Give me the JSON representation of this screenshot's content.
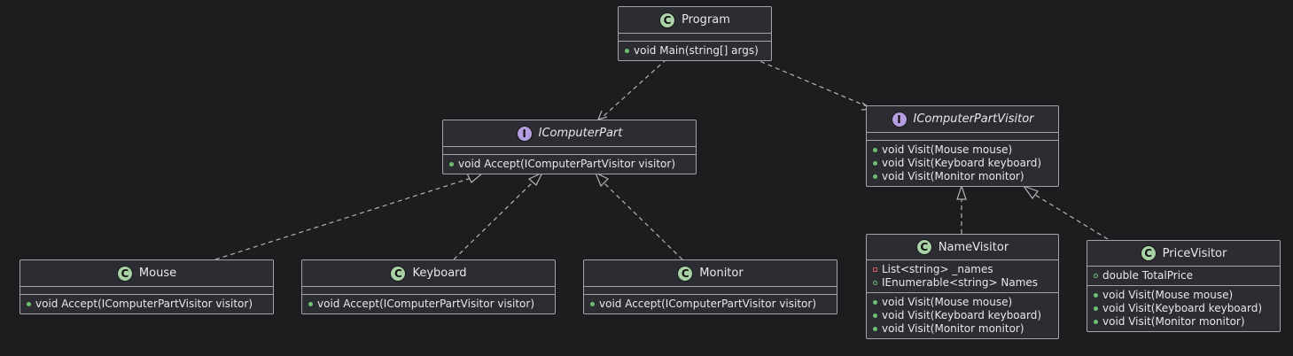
{
  "diagram": {
    "classes": {
      "program": {
        "kind": "class",
        "badge": "C",
        "name": "Program",
        "fields": [],
        "methods": [
          {
            "visibility": "public",
            "text": "void Main(string[] args)"
          }
        ]
      },
      "icomputerpart": {
        "kind": "interface",
        "badge": "I",
        "name": "IComputerPart",
        "fields": [],
        "methods": [
          {
            "visibility": "public",
            "text": "void Accept(IComputerPartVisitor visitor)"
          }
        ]
      },
      "icomputerpartvisitor": {
        "kind": "interface",
        "badge": "I",
        "name": "IComputerPartVisitor",
        "fields": [],
        "methods": [
          {
            "visibility": "public",
            "text": "void Visit(Mouse mouse)"
          },
          {
            "visibility": "public",
            "text": "void Visit(Keyboard keyboard)"
          },
          {
            "visibility": "public",
            "text": "void Visit(Monitor monitor)"
          }
        ]
      },
      "mouse": {
        "kind": "class",
        "badge": "C",
        "name": "Mouse",
        "fields": [],
        "methods": [
          {
            "visibility": "public",
            "text": "void Accept(IComputerPartVisitor visitor)"
          }
        ]
      },
      "keyboard": {
        "kind": "class",
        "badge": "C",
        "name": "Keyboard",
        "fields": [],
        "methods": [
          {
            "visibility": "public",
            "text": "void Accept(IComputerPartVisitor visitor)"
          }
        ]
      },
      "monitor": {
        "kind": "class",
        "badge": "C",
        "name": "Monitor",
        "fields": [],
        "methods": [
          {
            "visibility": "public",
            "text": "void Accept(IComputerPartVisitor visitor)"
          }
        ]
      },
      "namevisitor": {
        "kind": "class",
        "badge": "C",
        "name": "NameVisitor",
        "fields": [
          {
            "visibility": "private",
            "text": "List<string> _names"
          },
          {
            "visibility": "public-field",
            "text": "IEnumerable<string> Names"
          }
        ],
        "methods": [
          {
            "visibility": "public",
            "text": "void Visit(Mouse mouse)"
          },
          {
            "visibility": "public",
            "text": "void Visit(Keyboard keyboard)"
          },
          {
            "visibility": "public",
            "text": "void Visit(Monitor monitor)"
          }
        ]
      },
      "pricevisitor": {
        "kind": "class",
        "badge": "C",
        "name": "PriceVisitor",
        "fields": [
          {
            "visibility": "public-field",
            "text": "double TotalPrice"
          }
        ],
        "methods": [
          {
            "visibility": "public",
            "text": "void Visit(Mouse mouse)"
          },
          {
            "visibility": "public",
            "text": "void Visit(Keyboard keyboard)"
          },
          {
            "visibility": "public",
            "text": "void Visit(Monitor monitor)"
          }
        ]
      }
    },
    "relations": [
      {
        "from": "program",
        "to": "icomputerpart",
        "type": "dependency"
      },
      {
        "from": "program",
        "to": "icomputerpartvisitor",
        "type": "dependency"
      },
      {
        "from": "mouse",
        "to": "icomputerpart",
        "type": "realization"
      },
      {
        "from": "keyboard",
        "to": "icomputerpart",
        "type": "realization"
      },
      {
        "from": "monitor",
        "to": "icomputerpart",
        "type": "realization"
      },
      {
        "from": "namevisitor",
        "to": "icomputerpartvisitor",
        "type": "realization"
      },
      {
        "from": "pricevisitor",
        "to": "icomputerpartvisitor",
        "type": "realization"
      }
    ],
    "colors": {
      "background": "#1d1d1f",
      "box_fill": "#2c2c33",
      "box_border": "#a3a3a9",
      "edge": "#b4b4b8",
      "class_badge": "#a9d2a7",
      "interface_badge": "#b49ee1",
      "public_method": "#6fbf73",
      "private_field": "#d45a5a"
    }
  }
}
